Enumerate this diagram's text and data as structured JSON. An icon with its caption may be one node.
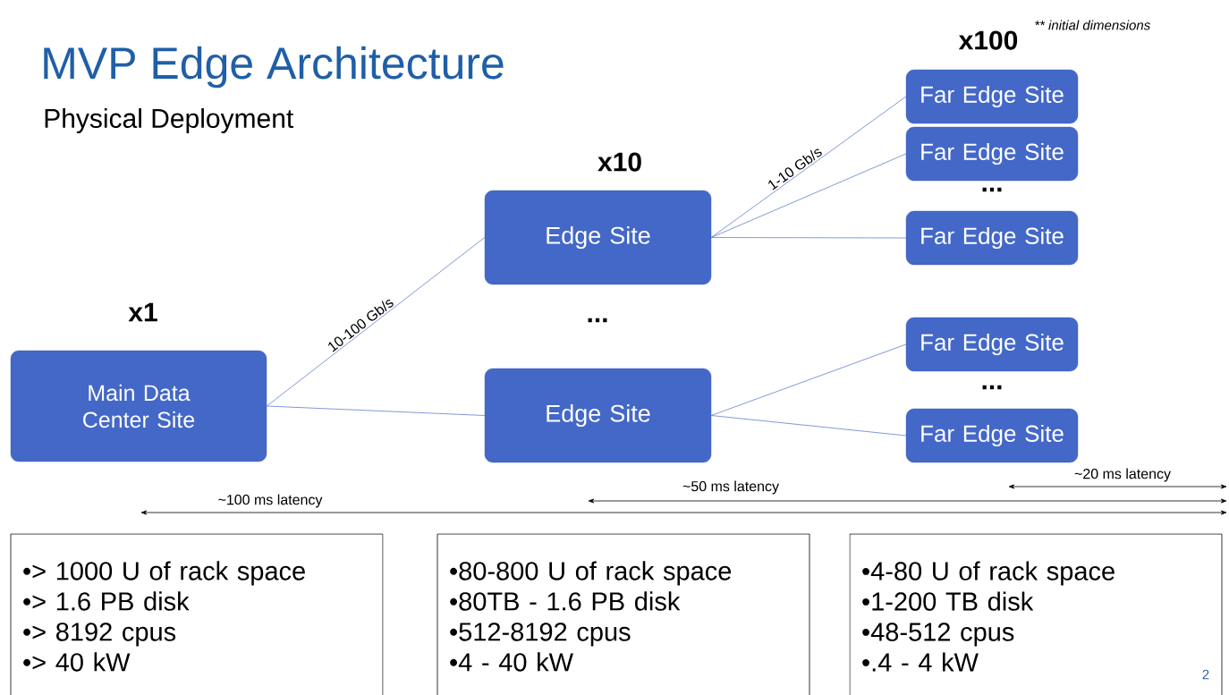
{
  "diagram": {
    "title": "MVP Edge Architecture",
    "nodes": [
      {
        "text": [
          "Main Data Center Site"
        ]
      },
      {
        "text": [
          "Edge Site"
        ]
      },
      {
        "text": [
          "Edge Site"
        ]
      },
      {
        "text": [
          "Far Edge Site"
        ]
      },
      {
        "text": [
          "Far Edge Site"
        ]
      },
      {
        "text": [
          "Far Edge Site"
        ]
      },
      {
        "text": [
          "Far Edge Site"
        ]
      },
      {
        "text": [
          "Far Edge Site"
        ]
      },
      {
        "text": [
          "•> 1000 U of rack space",
          "•> 1.6 PB disk",
          "•> 8192 cpus",
          "•> 40 kW"
        ]
      },
      {
        "text": [
          "•80-800 U of rack space",
          "•80TB - 1.6 PB disk",
          "•512-8192 cpus",
          "•4 - 40 kW"
        ]
      },
      {
        "text": [
          "•4-80 U of rack space",
          "•1-200 TB disk",
          "•48-512 cpus",
          "•.4 - 4 kW"
        ]
      }
    ],
    "edges": [
      {
        "from": 0,
        "to": 1,
        "arrow": "none",
        "label": "10-100 Gb/s"
      },
      {
        "from": 0,
        "to": 2,
        "arrow": "none"
      },
      {
        "from": 1,
        "to": 3,
        "arrow": "none",
        "label": "1-10 Gb/s"
      },
      {
        "from": 1,
        "to": 4,
        "arrow": "none"
      },
      {
        "from": 1,
        "to": 5,
        "arrow": "none"
      },
      {
        "from": 2,
        "to": 6,
        "arrow": "none"
      },
      {
        "from": 2,
        "to": 7,
        "arrow": "none"
      }
    ],
    "labels": [
      "** initial dimensions",
      "x100",
      "Physical Deployment",
      "x10",
      "...",
      "x1",
      "...",
      "...",
      "~20 ms latency",
      "~50 ms latency",
      "~100 ms latency",
      "2"
    ]
  }
}
